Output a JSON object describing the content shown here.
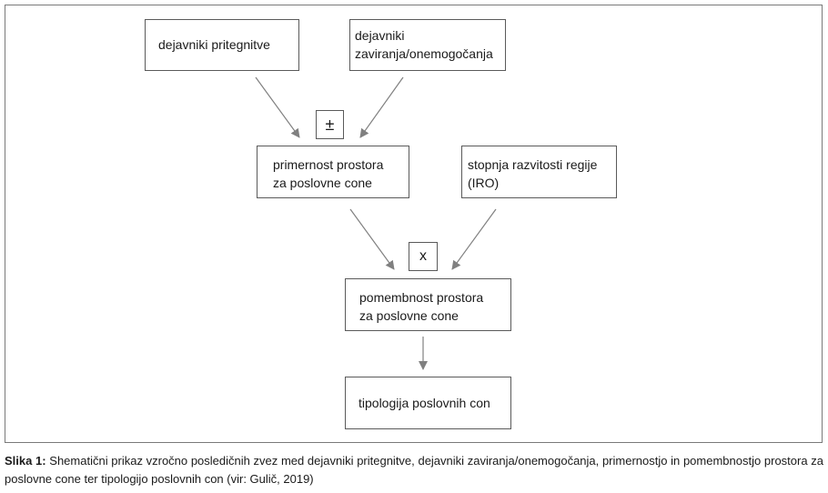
{
  "diagram": {
    "boxes": {
      "pritegnitve": "dejavniki pritegnitve",
      "zaviranja": "dejavniki\nzaviranja/onemogočanja",
      "primernost": "primernost prostora\nza poslovne cone",
      "razvitost": "stopnja razvitosti regije\n(IRO)",
      "pomembnost": "pomembnost prostora\nza poslovne cone",
      "tipologija": "tipologija poslovnih con"
    },
    "operators": {
      "plus_minus": "±",
      "times": "x"
    }
  },
  "caption": {
    "label": "Slika 1:",
    "text": " Shematični prikaz vzročno posledičnih zvez med dejavniki pritegnitve, dejavniki zaviranja/onemogočanja, primernostjo in pomembnostjo prostora za poslovne cone ter tipologijo poslovnih con (vir: Gulič, 2019)"
  },
  "colors": {
    "arrow": "#808080",
    "border": "#5a5a5a",
    "frame": "#7a7a7a"
  }
}
